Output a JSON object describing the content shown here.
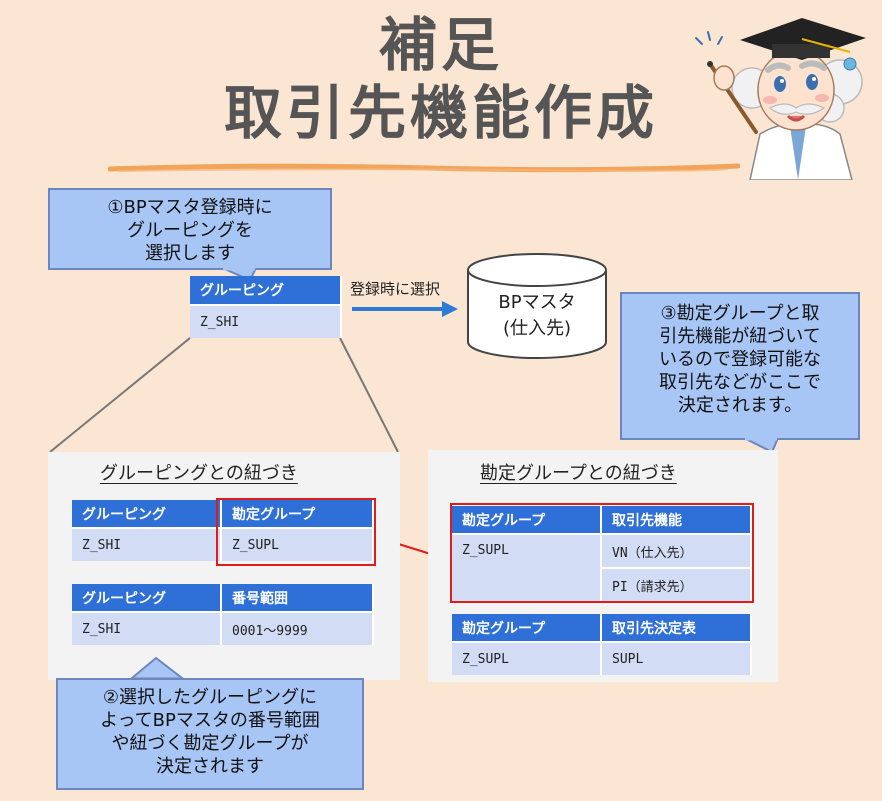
{
  "title": {
    "line1": "補足",
    "line2": "取引先機能作成"
  },
  "callout1": {
    "line1": "①BPマスタ登録時に",
    "line2": "グルーピングを",
    "line3": "選択します"
  },
  "top_table": {
    "header": "グルーピング",
    "value": "Z_SHI"
  },
  "arrow_label": "登録時に選択",
  "db": {
    "line1": "BPマスタ",
    "line2": "(仕入先)"
  },
  "callout3": {
    "line1": "③勘定グループと取",
    "line2": "引先機能が紐づいて",
    "line3": "いるので登録可能な",
    "line4": "取引先などがここで",
    "line5": "決定されます。"
  },
  "left_panel": {
    "title": "グルーピングとの紐づき",
    "table1": {
      "headers": [
        "グルーピング",
        "勘定グループ"
      ],
      "row": [
        "Z_SHI",
        "Z_SUPL"
      ]
    },
    "table2": {
      "headers": [
        "グルーピング",
        "番号範囲"
      ],
      "row": [
        "Z_SHI",
        "0001～9999"
      ]
    }
  },
  "right_panel": {
    "title": "勘定グループとの紐づき",
    "table1": {
      "headers": [
        "勘定グループ",
        "取引先機能"
      ],
      "key": "Z_SUPL",
      "functions": [
        "VN（仕入先）",
        "PI（請求先）"
      ]
    },
    "table2": {
      "headers": [
        "勘定グループ",
        "取引先決定表"
      ],
      "row": [
        "Z_SUPL",
        "SUPL"
      ]
    }
  },
  "callout2": {
    "line1": "②選択したグルーピングに",
    "line2": "よってBPマスタの番号範囲",
    "line3": "や紐づく勘定グループが",
    "line4": "決定されます"
  },
  "colors": {
    "header_blue": "#2e6fd8",
    "cell_blue": "#d2dcf5",
    "callout_blue": "#a7c5f5",
    "highlight_red": "#e01b1b",
    "background": "#fbe5d3"
  },
  "icons": {
    "professor": "professor-mascot-icon",
    "database": "database-cylinder-icon"
  }
}
